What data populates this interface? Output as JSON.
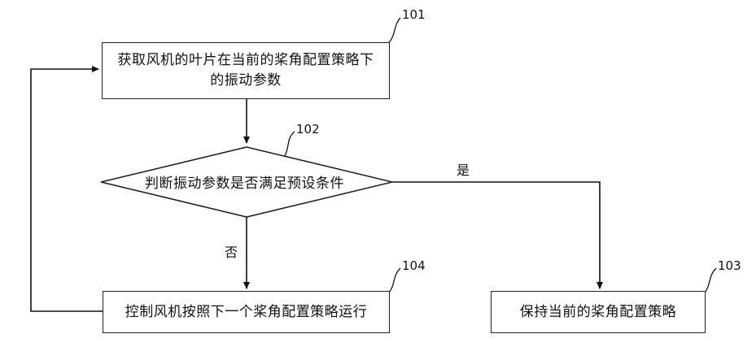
{
  "steps": {
    "s101": {
      "ref": "101",
      "text": "获取风机的叶片在当前的桨角配置策略下的振动参数"
    },
    "s102": {
      "ref": "102",
      "text": "判断振动参数是否满足预设条件"
    },
    "s103": {
      "ref": "103",
      "text": "保持当前的桨角配置策略"
    },
    "s104": {
      "ref": "104",
      "text": "控制风机按照下一个桨角配置策略运行"
    }
  },
  "edges": {
    "yes": "是",
    "no": "否"
  }
}
